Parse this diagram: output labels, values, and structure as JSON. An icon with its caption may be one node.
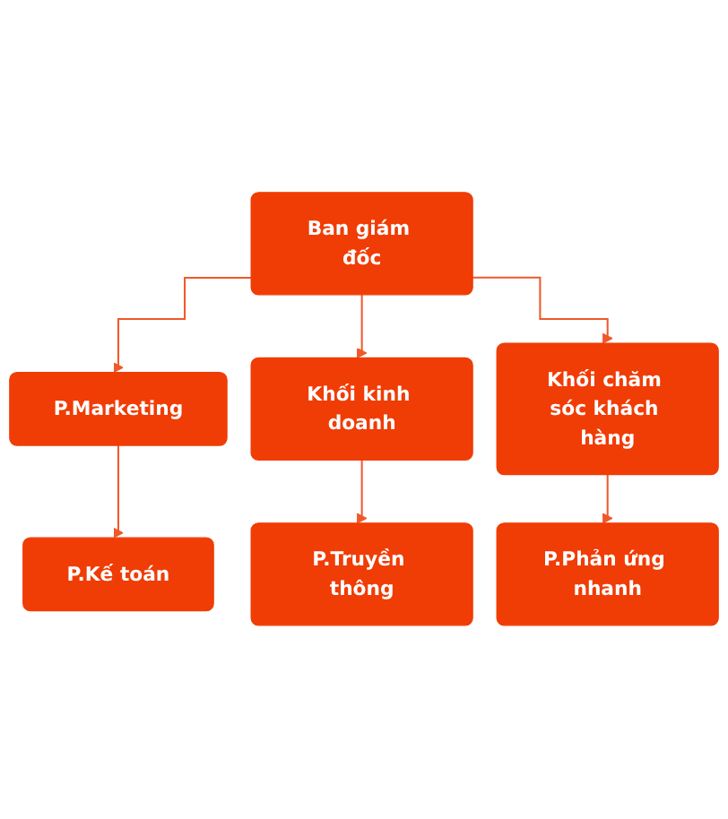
{
  "diagram": {
    "nodes": [
      {
        "text": [
          "Ban giám đốc"
        ]
      },
      {
        "text": [
          "P.Marketing"
        ]
      },
      {
        "text": [
          "Khối kinh doanh"
        ]
      },
      {
        "text": [
          "Khối chăm sóc khách hàng"
        ]
      },
      {
        "text": [
          "P.Kế toán"
        ]
      },
      {
        "text": [
          "P.Truyền thông"
        ]
      },
      {
        "text": [
          "P.Phản ứng nhanh"
        ]
      }
    ],
    "edges": [
      {
        "from": 0,
        "to": 1,
        "arrow": "to"
      },
      {
        "from": 0,
        "to": 2,
        "arrow": "to"
      },
      {
        "from": 0,
        "to": 3,
        "arrow": "to"
      },
      {
        "from": 1,
        "to": 4,
        "arrow": "to"
      },
      {
        "from": 2,
        "to": 5,
        "arrow": "to"
      },
      {
        "from": 3,
        "to": 6,
        "arrow": "to"
      }
    ]
  }
}
